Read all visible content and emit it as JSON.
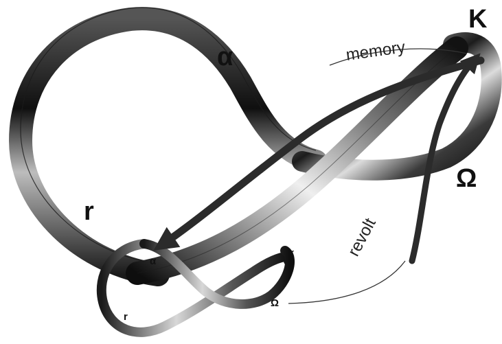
{
  "colors": {
    "ribbon_dark": "#141414",
    "ribbon_mid": "#6e6e6e",
    "ribbon_light": "#e4e4e4",
    "arrow": "#2b2b2b",
    "thin_line": "#333333"
  },
  "large_loop": {
    "labels": {
      "alpha": "α",
      "K": "K",
      "Omega": "Ω",
      "r": "r"
    }
  },
  "small_loop": {
    "labels": {
      "alpha": "α",
      "K": "κ",
      "Omega": "Ω",
      "r": "r"
    }
  },
  "connections": {
    "memory_label": "memory",
    "revolt_label": "revolt"
  }
}
